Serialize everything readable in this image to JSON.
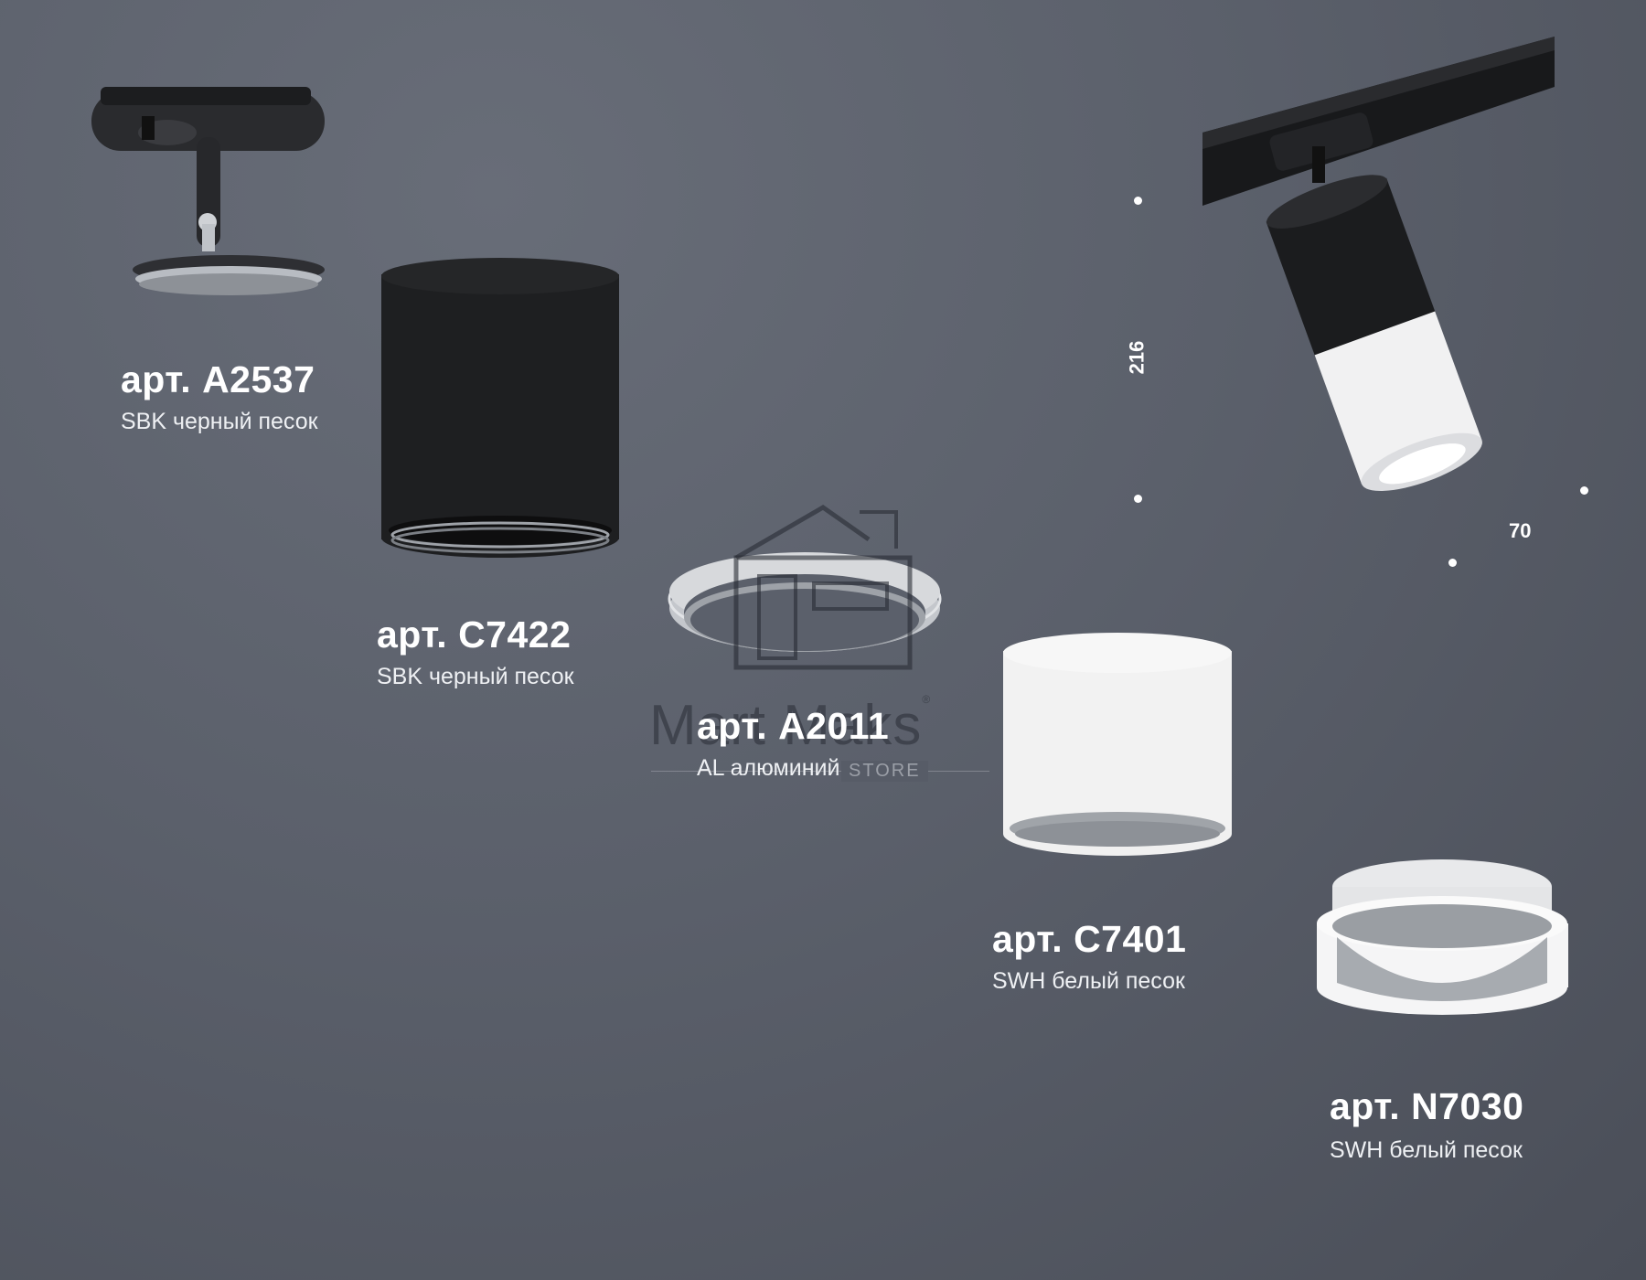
{
  "products": [
    {
      "art": "арт. A2537",
      "desc": "SBK черный песок"
    },
    {
      "art": "арт. C7422",
      "desc": "SBK черный песок"
    },
    {
      "art": "арт. A2011",
      "desc": "AL алюминий"
    },
    {
      "art": "арт. C7401",
      "desc": "SWH белый песок"
    },
    {
      "art": "арт. N7030",
      "desc": "SWH белый песок"
    }
  ],
  "dimensions": {
    "height": "216",
    "width": "70"
  },
  "watermark": {
    "name": "Mart Maks",
    "registered": "®",
    "sub": "STORE"
  },
  "colors": {
    "background": "#5b606b",
    "black_finish": "#1f2022",
    "white_finish": "#f2f2f2",
    "aluminium": "#c4c7cc"
  },
  "icons": [
    "track-adapter-icon",
    "black-cylinder-housing-icon",
    "aluminium-ring-icon",
    "white-cylinder-housing-icon",
    "white-ring-nozzle-icon",
    "assembled-track-light-icon",
    "store-logo-icon"
  ]
}
